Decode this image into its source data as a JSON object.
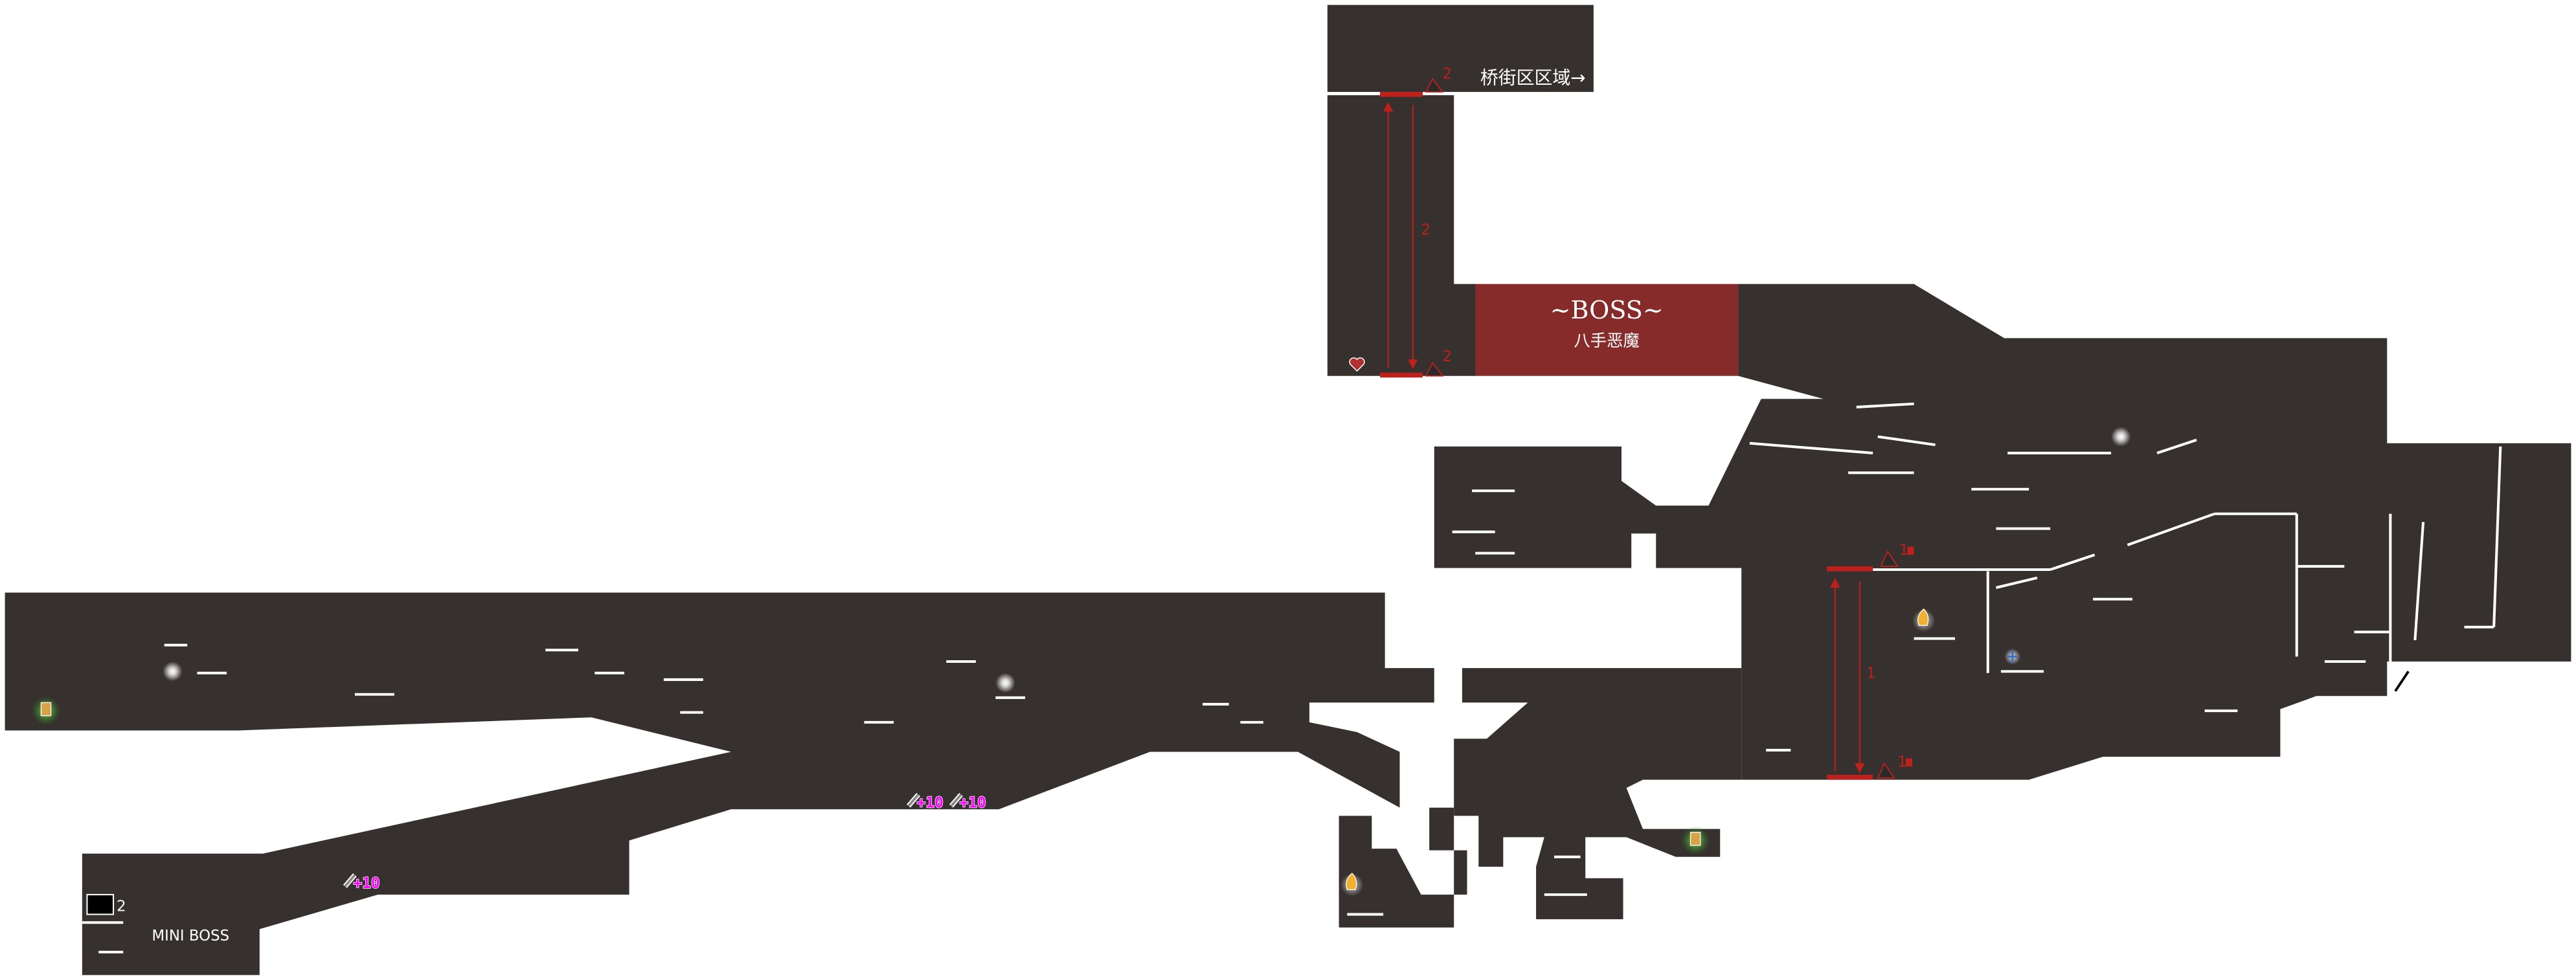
{
  "map": {
    "exit_label": "桥街区区域→",
    "boss": {
      "title": "~BOSS~",
      "name": "八手恶魔"
    },
    "mini_boss": {
      "label": "MINI BOSS",
      "book_count": "2"
    },
    "climb_markers": {
      "upper_top": "2",
      "upper_bottom": "2",
      "upper_mid": "2",
      "lower_top": "1",
      "lower_bottom": "1",
      "lower_mid": "1"
    },
    "sword_count": "3",
    "rewards": [
      "+10",
      "+10",
      "+10"
    ],
    "colors": {
      "room": "#36302e",
      "boss_room": "#862a2a",
      "marker_red": "#c0201c",
      "reward": "#ff00ff"
    },
    "icons": [
      "heart-icon",
      "lantern-icon",
      "flame-icon",
      "orb-icon",
      "cross-icon",
      "sword-icon",
      "book-icon",
      "chain-icon",
      "grapple-icon"
    ]
  }
}
